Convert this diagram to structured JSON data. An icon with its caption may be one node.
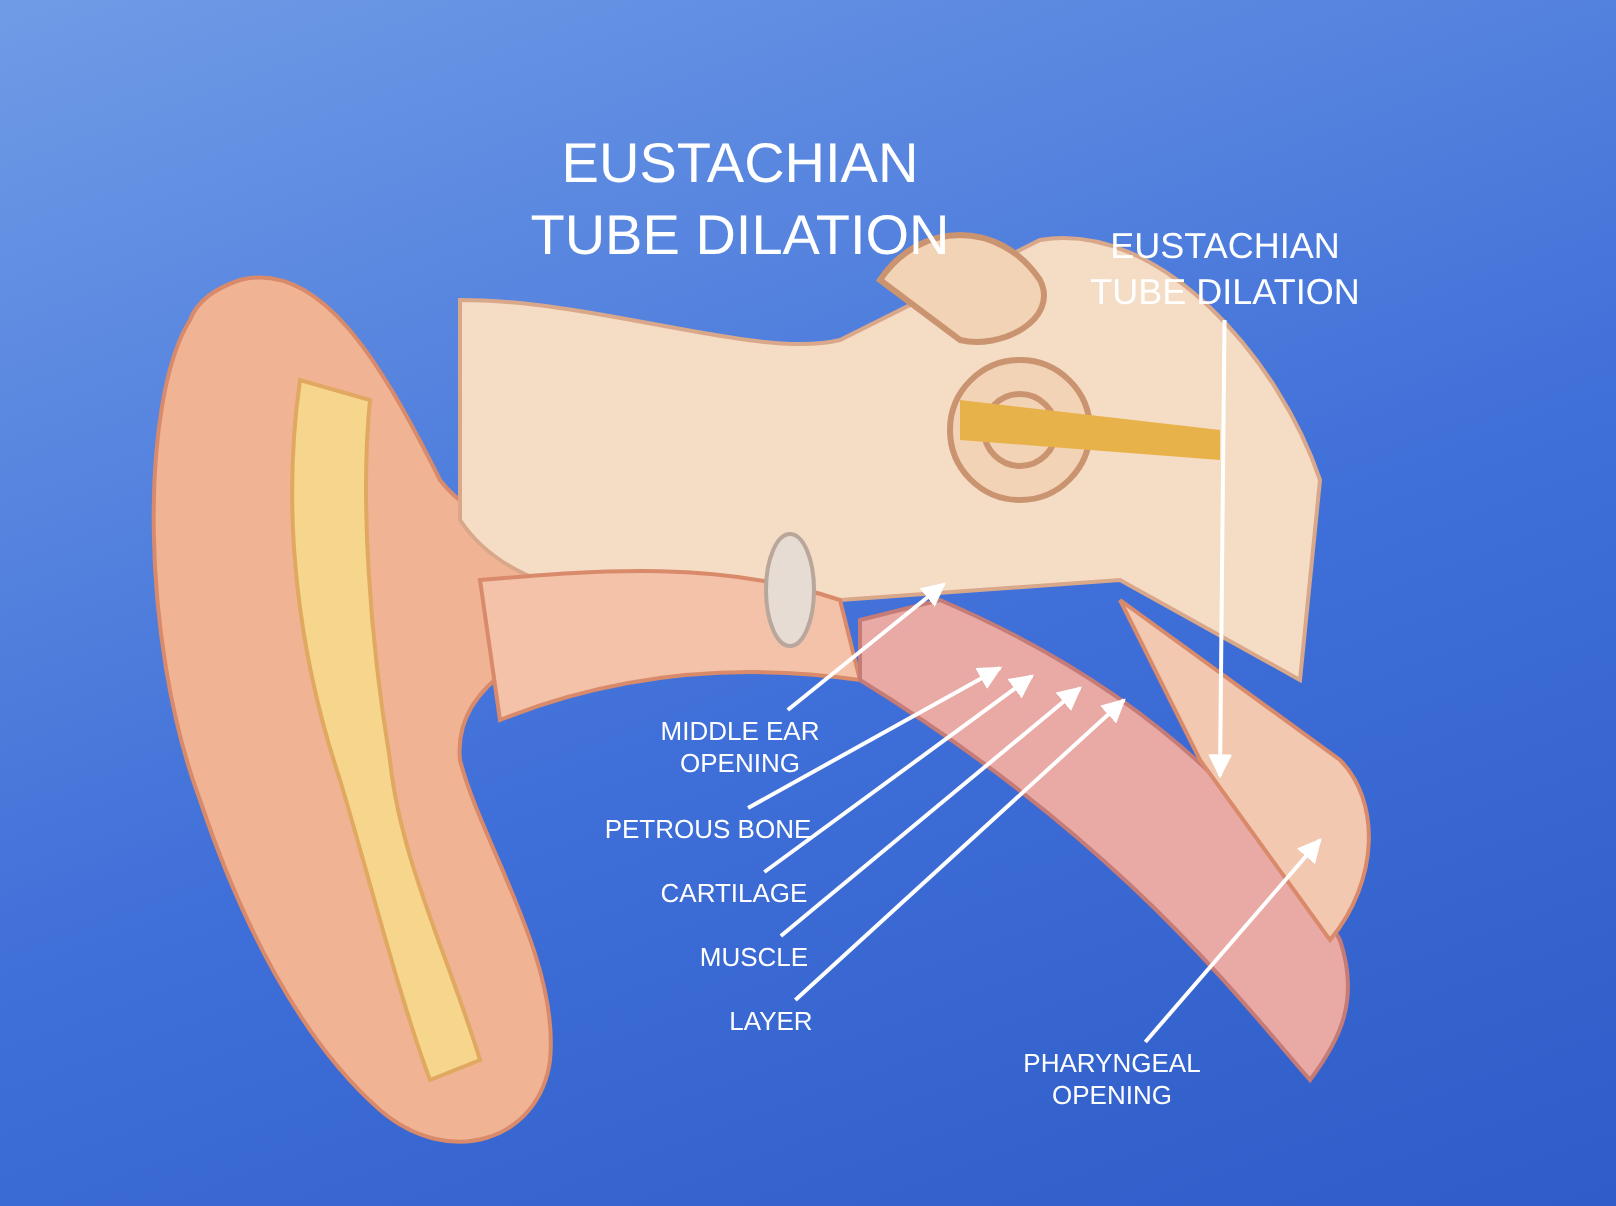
{
  "diagram": {
    "title": "EUSTACHIAN TUBE DILATION",
    "nodes": [
      {
        "text": [
          "EUSTACHIAN TUBE DILATION"
        ]
      },
      {
        "text": [
          "MIDDLE EAR OPENING"
        ]
      },
      {
        "text": [
          "PETROUS BONE"
        ]
      },
      {
        "text": [
          "CARTILAGE"
        ]
      },
      {
        "text": [
          "MUSCLE"
        ]
      },
      {
        "text": [
          "LAYER"
        ]
      },
      {
        "text": [
          "PHARYNGEAL OPENING"
        ]
      }
    ],
    "edges": [
      {
        "from": 0,
        "to": null,
        "arrow": "to"
      },
      {
        "from": 1,
        "to": null,
        "arrow": "to"
      },
      {
        "from": 2,
        "to": null,
        "arrow": "to"
      },
      {
        "from": 3,
        "to": null,
        "arrow": "to"
      },
      {
        "from": 4,
        "to": null,
        "arrow": "to"
      },
      {
        "from": 5,
        "to": null,
        "arrow": "to"
      },
      {
        "from": 6,
        "to": null,
        "arrow": "to"
      }
    ]
  }
}
